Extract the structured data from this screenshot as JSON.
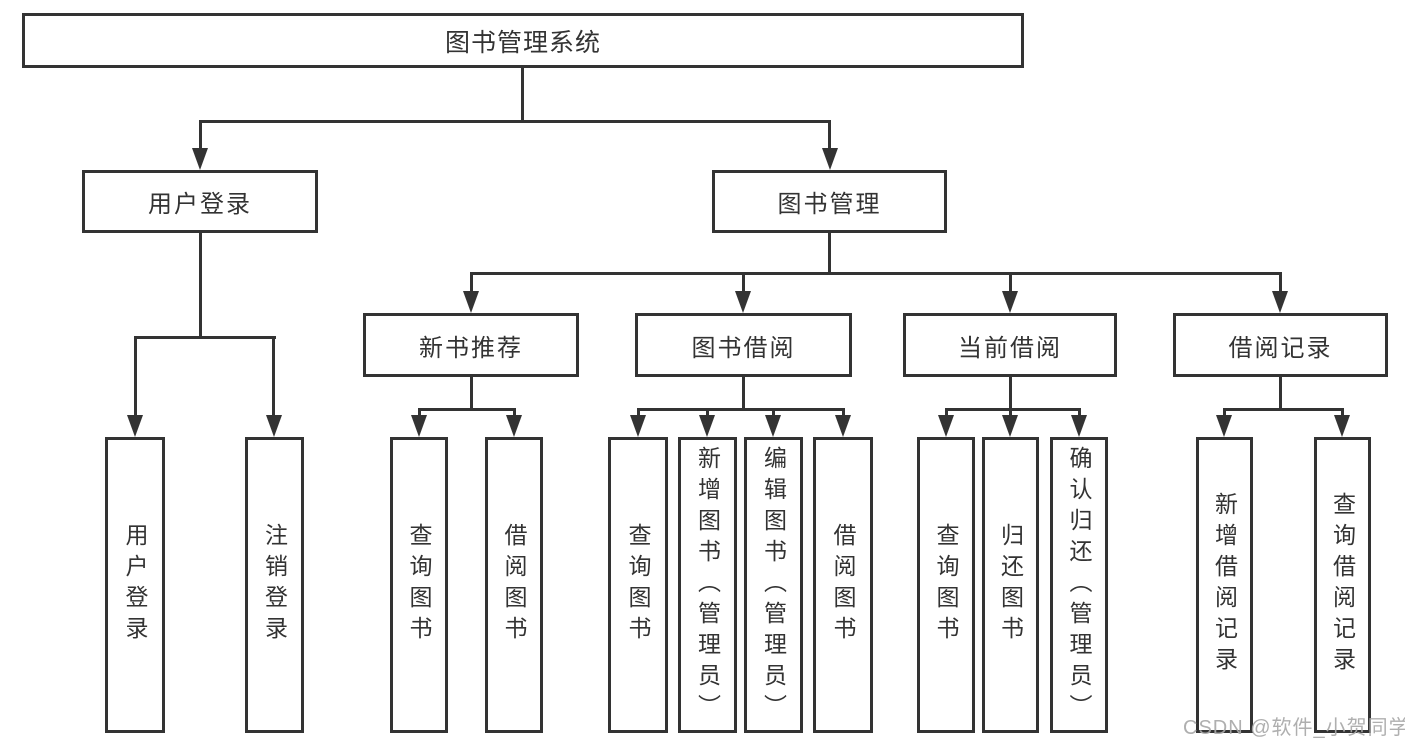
{
  "diagram": {
    "root": {
      "label": "图书管理系统"
    },
    "level2": [
      {
        "label": "用户登录"
      },
      {
        "label": "图书管理"
      }
    ],
    "level3": [
      {
        "label": "新书推荐"
      },
      {
        "label": "图书借阅"
      },
      {
        "label": "当前借阅"
      },
      {
        "label": "借阅记录"
      }
    ],
    "leaves": {
      "user": [
        "用户登录",
        "注销登录"
      ],
      "newbook": [
        "查询图书",
        "借阅图书"
      ],
      "borrow": [
        "查询图书",
        "新增图书（管理员）",
        "编辑图书（管理员）",
        "借阅图书"
      ],
      "current": [
        "查询图书",
        "归还图书",
        "确认归还（管理员）"
      ],
      "records": [
        "新增借阅记录",
        "查询借阅记录"
      ]
    }
  },
  "watermark": "CSDN @软件_小贺同学",
  "colors": {
    "line": "#333333",
    "box_background": "#ffffff",
    "watermark": "#a8a8a8"
  }
}
